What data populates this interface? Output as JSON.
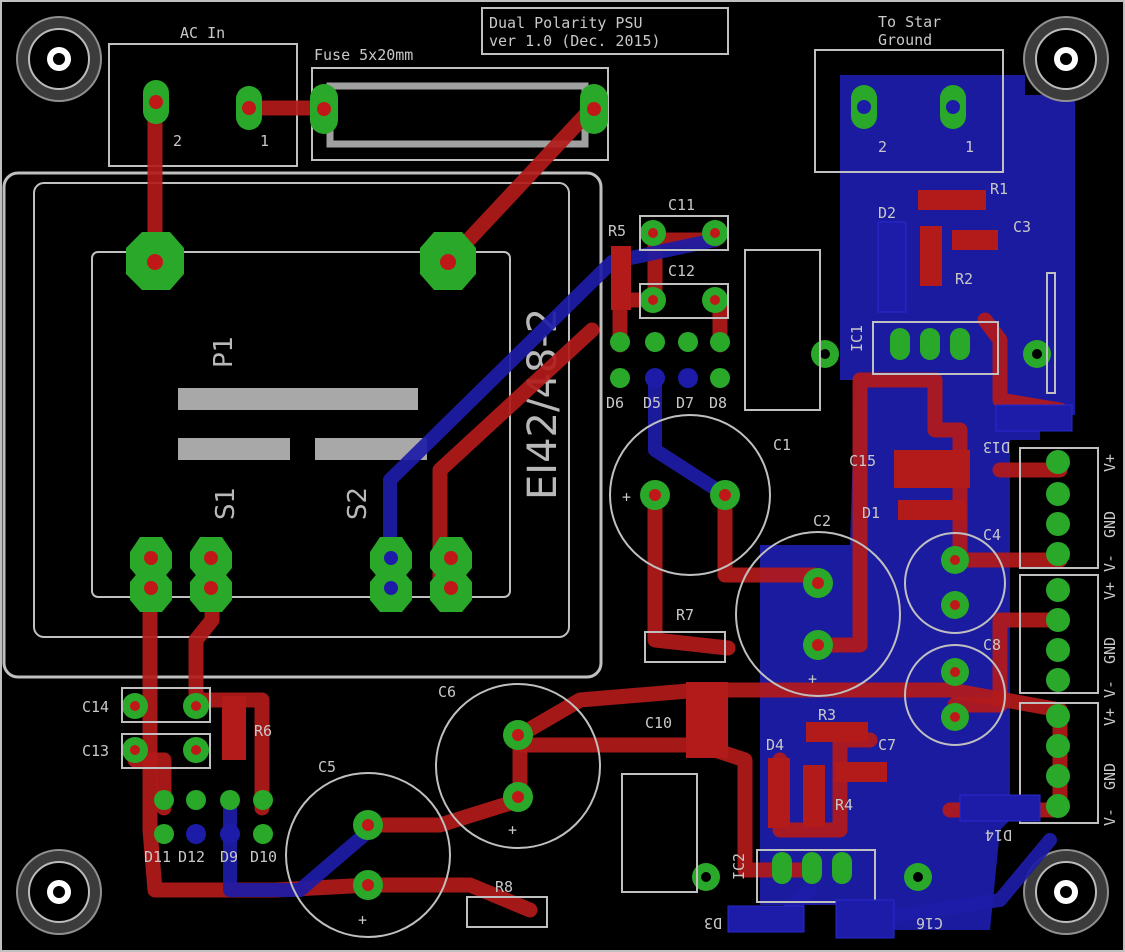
{
  "board": {
    "title_line1": "Dual Polarity PSU",
    "title_line2": "ver 1.0 (Dec. 2015)"
  },
  "labels": {
    "ac_in": "AC In",
    "fuse": "Fuse 5x20mm",
    "to_star": "To Star",
    "ground": "Ground",
    "transformer": "EI42/48-2",
    "p1": "P1",
    "s1": "S1",
    "s2": "S2",
    "pin2_left": "2",
    "pin1_left": "1",
    "pin2_right": "2",
    "pin1_right": "1",
    "r1": "R1",
    "r2": "R2",
    "r3": "R3",
    "r4": "R4",
    "r5": "R5",
    "r6": "R6",
    "r7": "R7",
    "r8": "R8",
    "c1": "C1",
    "c2": "C2",
    "c3": "C3",
    "c4": "C4",
    "c5": "C5",
    "c6": "C6",
    "c7": "C7",
    "c8": "C8",
    "c10": "C10",
    "c11": "C11",
    "c12": "C12",
    "c13": "C13",
    "c14": "C14",
    "c15": "C15",
    "c16": "C16",
    "d1": "D1",
    "d2": "D2",
    "d3": "D3",
    "d4": "D4",
    "d5": "D5",
    "d6": "D6",
    "d7": "D7",
    "d8": "D8",
    "d9": "D9",
    "d10": "D10",
    "d11": "D11",
    "d12": "D12",
    "d13": "D13",
    "d14": "D14",
    "ic1": "IC1",
    "ic2": "IC2",
    "vplus": "V+",
    "gnd": "GND",
    "vminus": "V-",
    "plus": "+"
  },
  "colors": {
    "background": "#000000",
    "top_copper": "#b31a1a",
    "bottom_copper": "#1c1ca8",
    "pad": "#2aa82a",
    "silkscreen": "#c0c0c0"
  }
}
